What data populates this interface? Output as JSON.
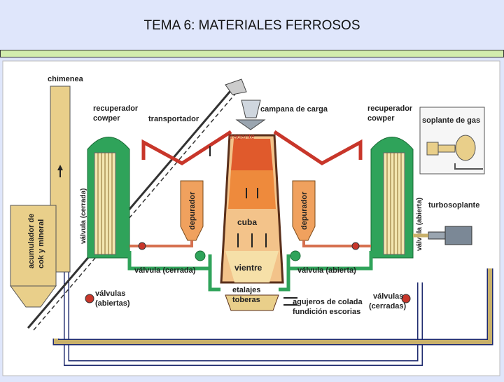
{
  "slide": {
    "title": "TEMA 6: MATERIALES FERROSOS"
  },
  "diagram": {
    "labels": {
      "chimenea": "chimenea",
      "recuperador_left_1": "recuperador",
      "recuperador_left_2": "cowper",
      "transportador": "transportador",
      "campana": "campana de carga",
      "recuperador_right_1": "recuperador",
      "recuperador_right_2": "cowper",
      "soplante": "soplante de gas",
      "tragante": "tragante",
      "valvula_cerrada_vertical": "válvula (cerrada)",
      "valvula_abierta_vertical": "válvula (abierta)",
      "depurador_left": "depurador",
      "depurador_right": "depurador",
      "turbosoplante": "turbosoplante",
      "acumulador_1": "acumulador de",
      "acumulador_2": "cok y mineral",
      "cuba": "cuba",
      "vientre": "vientre",
      "valvula_cerrada_h": "válvula (cerrada)",
      "valvula_abierta_h": "válvula (abierta)",
      "valvulas_abiertas_1": "válvulas",
      "valvulas_abiertas_2": "(abiertas)",
      "etalajes": "etalajes",
      "toberas": "toberas",
      "agujeros": "agujeros de colada",
      "fundicion": "fundición escorias",
      "valvulas_cerradas_1": "válvulas",
      "valvulas_cerradas_2": "(cerradas)"
    },
    "colors": {
      "pipe_gas": "#c8b06a",
      "pipe_air_hot": "#d6704f",
      "cowper_green": "#2fa35a",
      "furnace_top": "#e05a2c",
      "furnace_mid": "#ee8a3c",
      "furnace_low": "#f3c38a",
      "depurador": "#f0a15e",
      "duct_red": "#c8362a"
    }
  }
}
